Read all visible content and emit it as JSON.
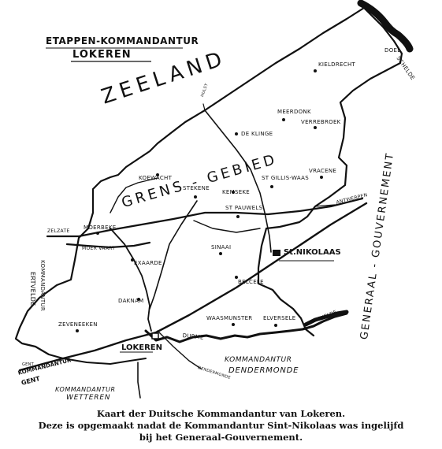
{
  "header": {
    "line1": "ETAPPEN-KOMMANDANTUR",
    "line2": "LOKEREN"
  },
  "regions": {
    "zeeland": "ZEELAND",
    "grens_gebied": "GRENS - GEBIED",
    "generaal_gouvernement": "GENERAAL - GOUVERNEMENT",
    "ertvelde_1": "KOMMANDANTUR",
    "ertvelde_2": "ERTVELDE",
    "dendermonde_1": "KOMMANDANTUR",
    "dendermonde_2": "DENDERMONDE",
    "wetteren_1": "KOMMANDANTUR",
    "wetteren_2": "WETTEREN",
    "gent_1": "KOMMANDANTUR",
    "gent_2": "GENT"
  },
  "places": {
    "doel": "DOEL",
    "schelde_top": "SCHELDE",
    "kieldrecht": "KIELDRECHT",
    "meerdonk": "MEERDONK",
    "verrebroek": "VERREBROEK",
    "de_klinge": "DE KLINGE",
    "koewacht": "KOEWACHT",
    "stekene": "STEKENE",
    "kemseke": "KEMSEKE",
    "st_gillis": "ST GILLIS-WAAS",
    "vracene": "VRACENE",
    "st_pauwels": "ST PAUWELS",
    "antwerpen": "ANTWERPEN",
    "zelzate": "ZELZATE",
    "moerbeke": "MOERBEKE",
    "moervaart": "MOER VAART",
    "sinaai": "SINAAI",
    "st_nikolaas": "St.NIKOLAAS",
    "exaarde": "EXAARDE",
    "belcele": "BELCELE",
    "daknam": "DAKNAM",
    "zeveneeken": "ZEVENEEKEN",
    "waasmunster": "WAASMUNSTER",
    "elversele": "ELVERSELE",
    "lokeren": "LOKEREN",
    "durme": "DURME",
    "schelde_bottom": "SCHELDE",
    "dendermonde_rail": "DENDERMONDE",
    "gent_rail": "GENT",
    "hulst": "HULST"
  },
  "caption": {
    "line1": "Kaart der Duitsche Kommandantur van Lokeren.",
    "line2": "Deze is opgemaakt nadat de Kommandantur Sint-Nikolaas was ingelijfd",
    "line3": "bij het Generaal-Gouvernement."
  }
}
